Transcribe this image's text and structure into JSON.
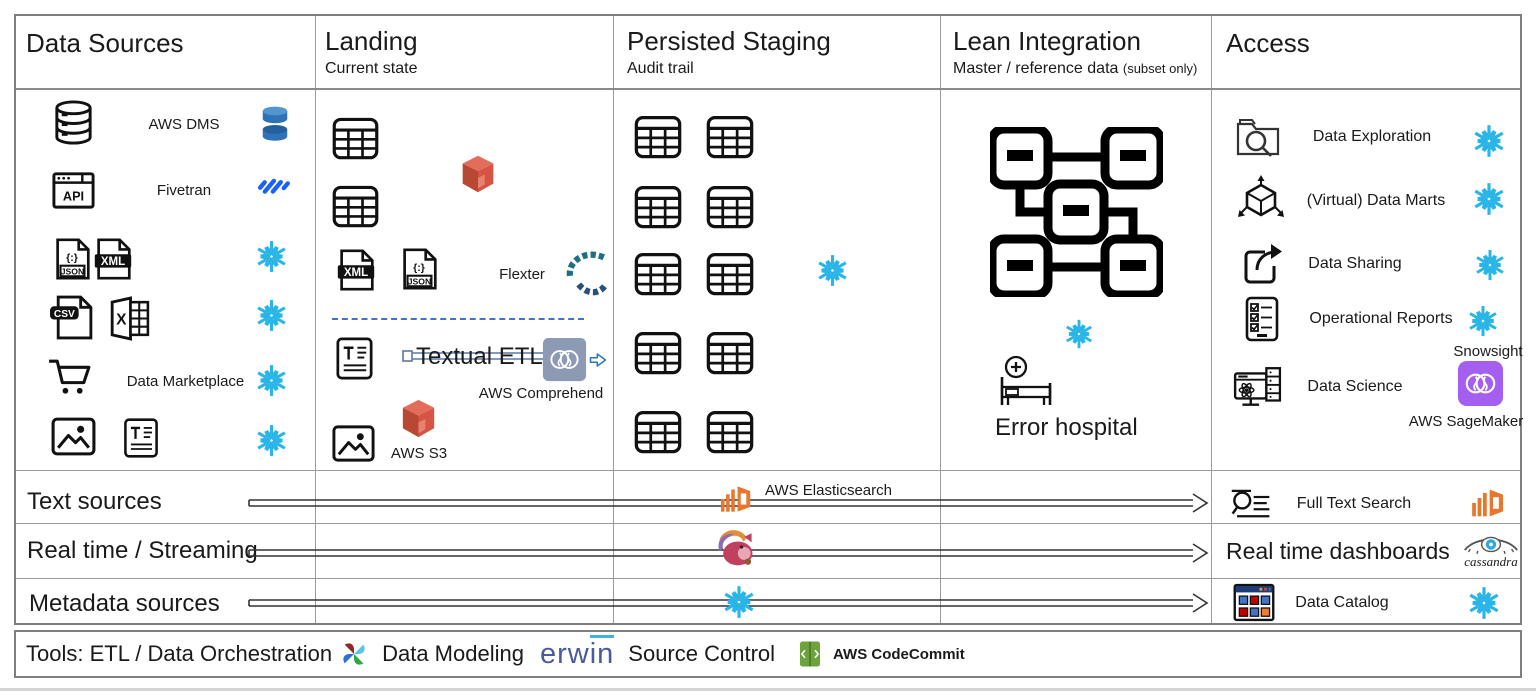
{
  "colors": {
    "snowflake_blue": "#29B5E8",
    "aws_orange": "#E8762D",
    "s3_red": "#C9513E",
    "sagemaker_purple": "#A45EF0",
    "comprehend_gray": "#8C9BB3",
    "fivetran_blue": "#1A62F5",
    "dms_blue": "#2E73B8",
    "codecommit_green": "#6CA33C",
    "erwin_blue": "#4A5A9C",
    "border_gray": "#7f7f7f"
  },
  "columns": [
    {
      "title": "Data Sources",
      "subtitle": ""
    },
    {
      "title": "Landing",
      "subtitle": "Current state"
    },
    {
      "title": "Persisted Staging",
      "subtitle": "Audit trail"
    },
    {
      "title": "Lean Integration",
      "subtitle": "Master / reference data",
      "subtitle_note": "(subset only)"
    },
    {
      "title": "Access",
      "subtitle": ""
    }
  ],
  "data_sources": {
    "aws_dms": "AWS DMS",
    "fivetran": "Fivetran",
    "data_marketplace": "Data Marketplace"
  },
  "landing": {
    "flexter": "Flexter",
    "textual_etl": "Textual ETL",
    "aws_comprehend": "AWS Comprehend",
    "aws_s3": "AWS S3"
  },
  "lean_integration": {
    "error_hospital": "Error hospital"
  },
  "access": {
    "data_exploration": "Data Exploration",
    "virtual_data_marts": "(Virtual) Data Marts",
    "data_sharing": "Data Sharing",
    "operational_reports": "Operational Reports",
    "snowsight": "Snowsight",
    "data_science": "Data Science",
    "aws_sagemaker": "AWS SageMaker",
    "full_text_search": "Full Text Search",
    "realtime_dashboards": "Real time dashboards",
    "data_catalog": "Data Catalog"
  },
  "streams": {
    "text_sources": "Text sources",
    "realtime_streaming": "Real time / Streaming",
    "metadata_sources": "Metadata sources",
    "aws_elasticsearch": "AWS Elasticsearch",
    "cassandra": "cassandra"
  },
  "tools": {
    "prefix": "Tools: ETL / Data Orchestration",
    "data_modeling": "Data Modeling",
    "erwin_a": "erw",
    "erwin_b": "in",
    "source_control": "Source Control",
    "aws_codecommit": "AWS CodeCommit"
  },
  "icons": {
    "snowflake-icon": "cyan six-arm snowflake logo",
    "table-icon": "black grid table",
    "database-icon": "black database cylinder",
    "api-icon": "browser window labeled API",
    "json-file-icon": "file with {:} and JSON label",
    "xml-file-icon": "file with XML band",
    "csv-file-icon": "file with CSV band",
    "excel-icon": "spreadsheet with X",
    "cart-icon": "shopping cart",
    "image-icon": "picture with mountains",
    "text-doc-icon": "text document",
    "aws-dms-icon": "blue split cylinder",
    "fivetran-icon": "blue diagonal bars",
    "aws-s3-icon": "red 3D cube",
    "flexter-icon": "teal dashed swoosh",
    "aws-comprehend-icon": "gray-blue square with white brain",
    "data-model-icon": "black connected tables",
    "error-hospital-icon": "hospital bed with plus",
    "folder-search-icon": "folder with magnifier",
    "cube-arrows-icon": "cube with outward arrows",
    "share-icon": "box with curved arrow",
    "checklist-icon": "tablet with checklist",
    "data-science-icon": "monitor with atom and server",
    "search-lines-icon": "magnifier with text lines",
    "catalog-icon": "window with colored tiles",
    "elasticsearch-icon": "orange bars and door",
    "flink-squirrel-icon": "pink squirrel",
    "cassandra-eye-icon": "eye over cassandra wordmark",
    "sagemaker-icon": "purple square with white brain",
    "airflow-pinwheel-icon": "four-color pinwheel",
    "erwin-logo": "blue erwin wordmark",
    "codecommit-icon": "green code panel",
    "flow-arrow": "hollow double-line arrow"
  }
}
